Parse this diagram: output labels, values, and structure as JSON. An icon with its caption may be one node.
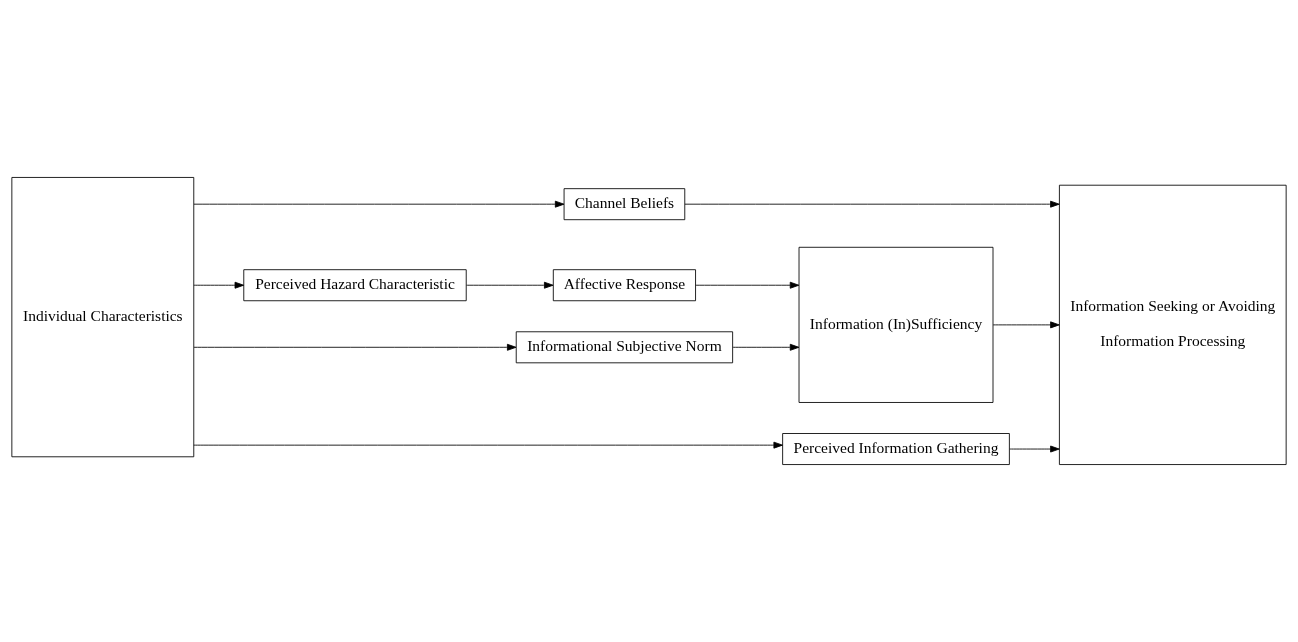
{
  "diagram": {
    "nodes": [
      {
        "text": [
          "Individual Characteristics"
        ]
      },
      {
        "text": [
          "Channel Beliefs"
        ]
      },
      {
        "text": [
          "Information Seeking or Avoiding",
          "Information Processing"
        ]
      },
      {
        "text": [
          "Perceived Hazard Characteristic"
        ]
      },
      {
        "text": [
          "Affective Response"
        ]
      },
      {
        "text": [
          "Information (In)Sufficiency"
        ]
      },
      {
        "text": [
          "Informational Subjective Norm"
        ]
      },
      {
        "text": [
          "Perceived Information Gathering"
        ]
      }
    ],
    "edges": [
      {
        "from": 0,
        "to": 1,
        "arrow": "to"
      },
      {
        "from": 0,
        "to": 3,
        "arrow": "to"
      },
      {
        "from": 0,
        "to": 6,
        "arrow": "to"
      },
      {
        "from": 0,
        "to": 7,
        "arrow": "to"
      },
      {
        "from": 3,
        "to": 4,
        "arrow": "to"
      },
      {
        "from": 4,
        "to": 5,
        "arrow": "to"
      },
      {
        "from": 6,
        "to": 5,
        "arrow": "to"
      },
      {
        "from": 5,
        "to": 2,
        "arrow": "to"
      },
      {
        "from": 1,
        "to": 2,
        "arrow": "to"
      },
      {
        "from": 7,
        "to": 2,
        "arrow": "to"
      }
    ]
  }
}
